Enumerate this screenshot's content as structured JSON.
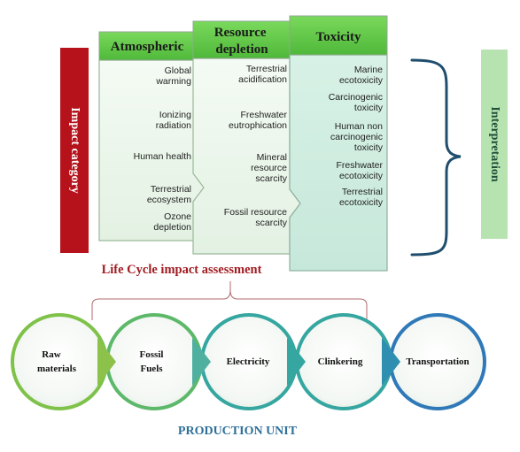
{
  "columns": [
    {
      "header": [
        "Atmospheric"
      ],
      "items": [
        [
          "Global",
          "warming"
        ],
        [
          "Ionizing",
          "radiation"
        ],
        [
          "Human health"
        ],
        [
          "Terrestrial",
          "ecosystem"
        ],
        [
          "Ozone",
          "depletion"
        ]
      ]
    },
    {
      "header": [
        "Resource",
        "depletion"
      ],
      "items": [
        [
          "Terrestrial",
          "acidification"
        ],
        [
          "Freshwater",
          "eutrophication"
        ],
        [
          "Mineral",
          "resource",
          "scarcity"
        ],
        [
          "Fossil resource",
          "scarcity"
        ]
      ]
    },
    {
      "header": [
        "Toxicity"
      ],
      "items": [
        [
          "Marine",
          "ecotoxicity"
        ],
        [
          "Carcinogenic",
          "toxicity"
        ],
        [
          "Human non",
          "carcinogenic",
          "toxicity"
        ],
        [
          "Freshwater",
          "ecotoxicity"
        ],
        [
          "Terrestrial",
          "ecotoxicity"
        ]
      ]
    }
  ],
  "impact_category_label": "Impact category",
  "interpretation_label": "Interpretation",
  "lcia_label": "Life Cycle impact assessment",
  "production_unit_label": "PRODUCTION UNIT",
  "stages": [
    [
      "Raw",
      "materials"
    ],
    [
      "Fossil",
      "Fuels"
    ],
    [
      "Electricity"
    ],
    [
      "Clinkering"
    ],
    [
      "Transportation"
    ]
  ],
  "colors": {
    "impact_bar": "#b5121b",
    "interpretation_bar": "#b7e3b0",
    "header_green": "#66cc4a",
    "panel_fill": "#eaf5ea",
    "panel_toxicity": "#cdece0",
    "bracket": "#1f4e6e",
    "lcia_text": "#a01c22",
    "production_text": "#2d6f99",
    "circle_green": "#7fc24a",
    "circle_teal": "#35a6a0",
    "circle_blue": "#2f79b8"
  }
}
